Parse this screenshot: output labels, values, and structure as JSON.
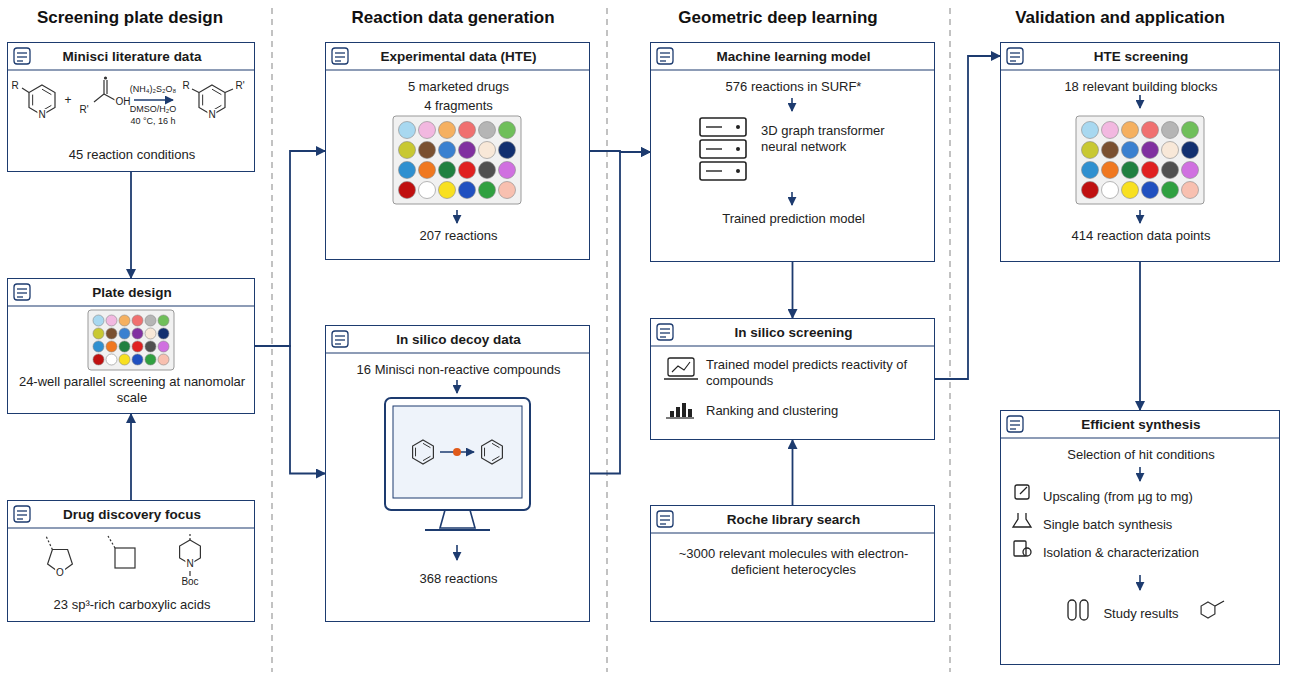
{
  "diagram": {
    "nodes": [
      {
        "text": [
          "Minisci literature data",
          "45 reaction conditions"
        ]
      },
      {
        "text": [
          "Plate design",
          "24-well parallel screening at nanomolar scale"
        ]
      },
      {
        "text": [
          "Drug discovery focus",
          "23 sp³-rich carboxylic acids"
        ]
      },
      {
        "text": [
          "Experimental data (HTE)",
          "5 marketed drugs",
          "4 fragments",
          "207 reactions"
        ]
      },
      {
        "text": [
          "In silico decoy data",
          "16 Minisci non-reactive compounds",
          "368 reactions"
        ]
      },
      {
        "text": [
          "Machine learning model",
          "576 reactions in SURF*",
          "3D graph transformer neural network",
          "Trained prediction model"
        ]
      },
      {
        "text": [
          "In silico screening",
          "Trained model predicts reactivity of compounds",
          "Ranking and clustering"
        ]
      },
      {
        "text": [
          "Roche library search",
          "~3000 relevant molecules with electron-deficient heterocycles"
        ]
      },
      {
        "text": [
          "HTE screening",
          "18 relevant building blocks",
          "414 reaction data points"
        ]
      },
      {
        "text": [
          "Efficient synthesis",
          "Selection of hit conditions",
          "Upscaling (from µg to mg)",
          "Single batch synthesis",
          "Isolation & characterization",
          "Study results"
        ]
      }
    ],
    "edges": [
      {
        "from": 0,
        "to": 1,
        "arrow": "to"
      },
      {
        "from": 2,
        "to": 1,
        "arrow": "to"
      },
      {
        "from": 1,
        "to": 3,
        "arrow": "to"
      },
      {
        "from": 1,
        "to": 4,
        "arrow": "to"
      },
      {
        "from": 3,
        "to": 5,
        "arrow": "to"
      },
      {
        "from": 4,
        "to": 5,
        "arrow": "to"
      },
      {
        "from": 5,
        "to": 6,
        "arrow": "to"
      },
      {
        "from": 7,
        "to": 6,
        "arrow": "to"
      },
      {
        "from": 6,
        "to": 8,
        "arrow": "to"
      },
      {
        "from": 8,
        "to": 9,
        "arrow": "to"
      }
    ],
    "labels": [
      "Screening plate design",
      "Reaction data generation",
      "Geometric deep learning",
      "Validation and application",
      "R",
      "N",
      "+",
      "R'",
      "OH",
      "(NH₄)₂S₂O₈",
      "DMSO/H₂O",
      "40 °C, 16 h",
      "R",
      "N",
      "R'",
      "O",
      "N",
      "Boc"
    ]
  }
}
